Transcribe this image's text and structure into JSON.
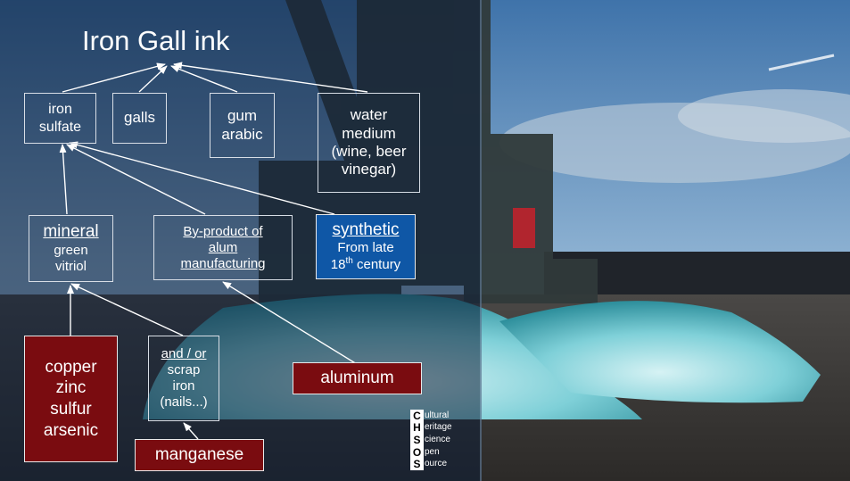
{
  "title": "Iron Gall ink",
  "ingredients": {
    "iron_sulfate": [
      "iron",
      "sulfate"
    ],
    "galls": "galls",
    "gum_arabic": [
      "gum",
      "arabic"
    ],
    "water_medium": [
      "water",
      "medium",
      "(wine, beer",
      "vinegar)"
    ]
  },
  "sources": {
    "mineral": {
      "heading": "mineral",
      "lines": [
        "green",
        "vitriol"
      ]
    },
    "byproduct": {
      "lines": [
        "By-product of",
        "alum",
        "manufacturing"
      ]
    },
    "synthetic": {
      "heading": "synthetic",
      "line1": "From late",
      "century_num": "18",
      "century_sup": "th",
      "century_word": " century"
    }
  },
  "elements": {
    "mineral_elements": [
      "copper",
      "zinc",
      "sulfur",
      "arsenic"
    ],
    "scrap": [
      "and / or",
      "scrap",
      "iron",
      "(nails...)"
    ],
    "aluminum": "aluminum",
    "manganese": "manganese"
  },
  "logo": {
    "letters": [
      "C",
      "H",
      "S",
      "O",
      "S"
    ],
    "words": [
      "ultural",
      "eritage",
      "cience",
      "pen",
      "ource"
    ]
  }
}
